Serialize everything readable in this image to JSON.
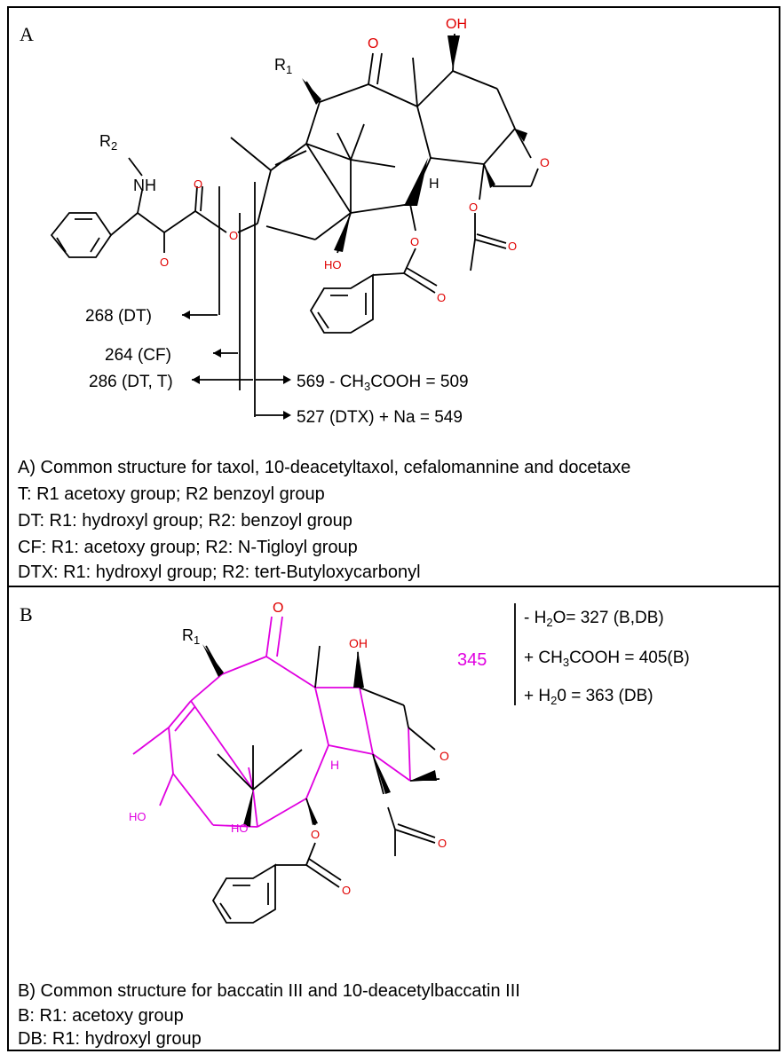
{
  "panelA": {
    "letter": "A",
    "atoms": {
      "r1": "R",
      "r1_sub": "1",
      "r2": "R",
      "r2_sub": "2",
      "nh": "NH",
      "h": "H",
      "o": "O",
      "oh": "OH",
      "ho": "HO",
      "o_ring": "O",
      "o_ester": "O",
      "o_side": "O",
      "o_acetyl": "O",
      "o_acetyl_dbl": "O",
      "o_bz": "O",
      "o_bz_dbl": "O",
      "o_side_dbl": "O"
    },
    "fragments": {
      "f268": "268 (DT)",
      "f264": "264 (CF)",
      "f286": "286 (DT, T)",
      "f569_pre": "569 - CH",
      "f569_sub1": "3",
      "f569_mid": "COOH = 509",
      "f527": "527 (DTX) + Na = 549"
    },
    "caption": [
      "A) Common structure for taxol, 10-deacetyltaxol, cefalomannine and docetaxe",
      "T: R1 acetoxy group; R2 benzoyl group",
      "DT: R1: hydroxyl group; R2: benzoyl group",
      "CF: R1: acetoxy group; R2: N-Tigloyl group",
      "DTX: R1: hydroxyl group; R2: tert-Butyloxycarbonyl"
    ]
  },
  "panelB": {
    "letter": "B",
    "atoms": {
      "r1": "R",
      "r1_sub": "1",
      "o": "O",
      "oh": "OH",
      "ho1": "HO",
      "ho2": "HO",
      "h": "H",
      "o_ring": "O",
      "o_ester": "O",
      "o_acetyl_dbl": "O",
      "o_bz_dbl": "O"
    },
    "mass": "345",
    "losses": {
      "l1_pre": "- H",
      "l1_sub": "2",
      "l1_post": "O= 327 (B,DB)",
      "l2_pre": "+ CH",
      "l2_sub": "3",
      "l2_post": "COOH = 405(B)",
      "l3_pre": "+ H",
      "l3_sub": "2",
      "l3_post": "0 = 363 (DB)"
    },
    "caption": [
      "B) Common structure for baccatin III and 10-deacetylbaccatin III",
      "B: R1: acetoxy group",
      "DB:  R1: hydroxyl group"
    ]
  },
  "colors": {
    "highlight": "#e000e0",
    "heteroatom": "#e00000",
    "line": "#000000"
  }
}
